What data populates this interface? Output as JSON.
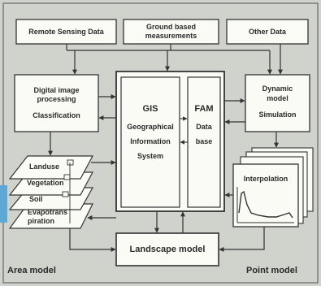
{
  "inputs": {
    "remote_sensing": "Remote Sensing Data",
    "ground_line1": "Ground based",
    "ground_line2": "measurements",
    "other": "Other Data"
  },
  "image_processing": {
    "line1": "Digital image",
    "line2": "processing",
    "line3": "Classification"
  },
  "gis": {
    "line1": "GIS",
    "line2": "Geographical",
    "line3": "Information",
    "line4": "System"
  },
  "fam": {
    "line1": "FAM",
    "line2": "Data",
    "line3": "base"
  },
  "dynamic_model": {
    "line1": "Dynamic",
    "line2": "model",
    "line3": "Simulation"
  },
  "layers": {
    "landuse": "Landuse",
    "vegetation": "Vegetation",
    "soil": "Soil",
    "evapo_line1": "Evapotrans",
    "evapo_line2": "piration"
  },
  "interpolation": "Interpolation",
  "landscape_model": "Landscape model",
  "area_model": "Area model",
  "point_model": "Point model"
}
